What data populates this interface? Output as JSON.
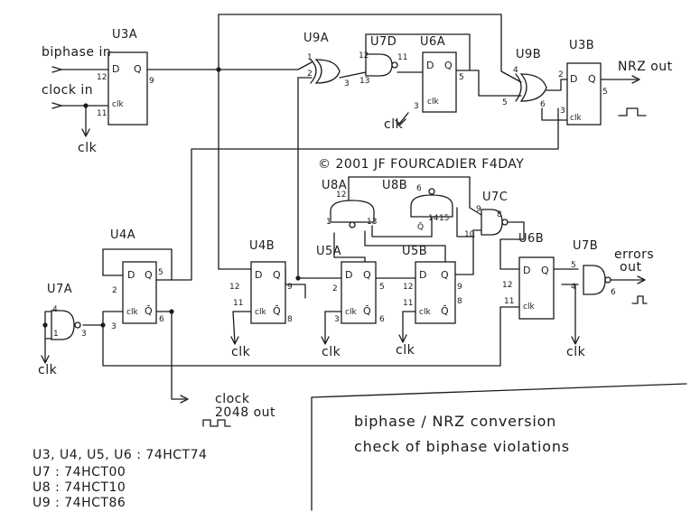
{
  "inputs": {
    "biphase": "biphase in",
    "clock": "clock in"
  },
  "outputs": {
    "nrz": "NRZ out",
    "errors_line1": "errors",
    "errors_line2": "out",
    "clock2048_line1": "clock",
    "clock2048_line2": "2048 out"
  },
  "clk": "clk",
  "copyright": "© 2001  JF FOURCADIER  F4DAY",
  "title_line1": "biphase / NRZ  conversion",
  "title_line2": "check of biphase violations",
  "parts": [
    "U3, U4, U5, U6 : 74HCT74",
    "U7 : 74HCT00",
    "U8 : 74HCT10",
    "U9 : 74HCT86"
  ],
  "components": {
    "U3A": "U3A",
    "U9A": "U9A",
    "U7D": "U7D",
    "U6A": "U6A",
    "U9B": "U9B",
    "U3B": "U3B",
    "U8A": "U8A",
    "U8B": "U8B",
    "U7C": "U7C",
    "U4A": "U4A",
    "U4B": "U4B",
    "U5A": "U5A",
    "U5B": "U5B",
    "U6B": "U6B",
    "U7B": "U7B",
    "U7A": "U7A"
  },
  "pins": {
    "D": "D",
    "Q": "Q",
    "QB": "Q̄",
    "CLK": "clk",
    "n1": "1",
    "n2": "2",
    "n3": "3",
    "n4": "4",
    "n5": "5",
    "n6": "6",
    "n8": "8",
    "n9": "9",
    "n10": "10",
    "n11": "11",
    "n12": "12",
    "n13": "13",
    "n14": "14",
    "n15": "15"
  }
}
